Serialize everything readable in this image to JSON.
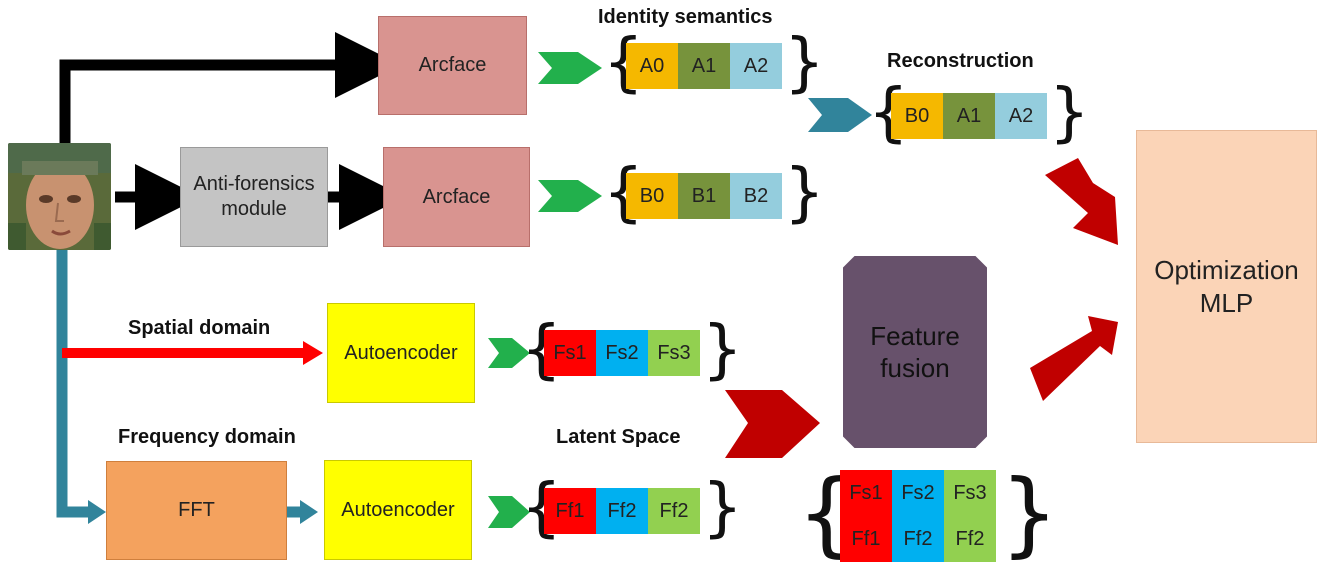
{
  "boxes": {
    "arcface_top": "Arcface",
    "arcface_mid": "Arcface",
    "anti_forensics": "Anti-forensics module",
    "autoencoder_spatial": "Autoencoder",
    "autoencoder_freq": "Autoencoder",
    "fft": "FFT",
    "feature_fusion": "Feature fusion",
    "optimization": "Optimization MLP"
  },
  "labels": {
    "identity_semantics": "Identity semantics",
    "reconstruction": "Reconstruction",
    "spatial_domain": "Spatial domain",
    "frequency_domain": "Frequency domain",
    "latent_space": "Latent Space"
  },
  "vectors": {
    "identity_a": [
      "A0",
      "A1",
      "A2"
    ],
    "identity_b": [
      "B0",
      "B1",
      "B2"
    ],
    "reconstruction": [
      "B0",
      "A1",
      "A2"
    ],
    "spatial": [
      "Fs1",
      "Fs2",
      "Fs3"
    ],
    "frequency": [
      "Ff1",
      "Ff2",
      "Ff2"
    ],
    "fused_row1": [
      "Fs1",
      "Fs2",
      "Fs3"
    ],
    "fused_row2": [
      "Ff1",
      "Ff2",
      "Ff2"
    ]
  },
  "icons": [
    "face-image",
    "black-arrow",
    "green-arrow",
    "teal-arrow",
    "red-arrow",
    "blue-arrow"
  ],
  "colors": {
    "arcface": "#d99490",
    "anti_forensics": "#c4c4c4",
    "autoencoder": "#ffff00",
    "fft": "#f4a25e",
    "fusion": "#67516b",
    "optimization": "#fbd4b7",
    "flow_black": "#000000",
    "flow_red": "#ff0000",
    "flow_teal": "#31849b",
    "arrow_green": "#22b04c",
    "arrow_darkred": "#c00000"
  }
}
